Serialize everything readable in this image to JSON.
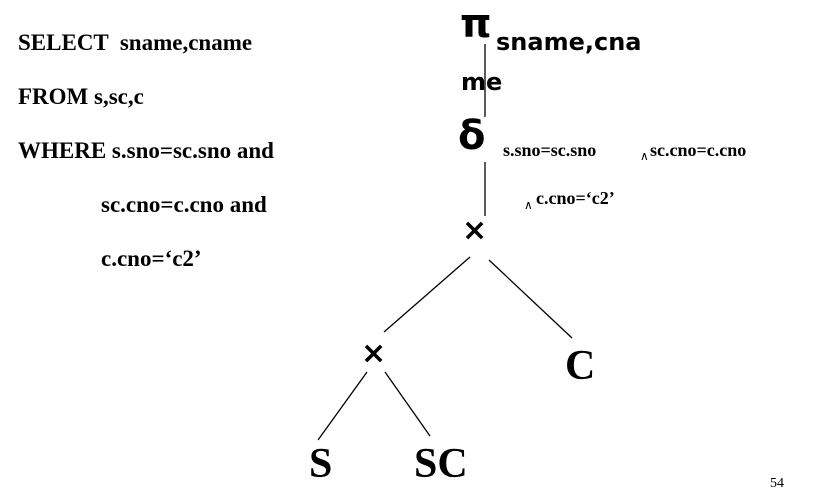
{
  "sql": {
    "line1": "SELECT  sname,cname",
    "line2": "FROM s,sc,c",
    "line3": "WHERE s.sno=sc.sno and",
    "line4": "sc.cno=c.cno and",
    "line5": "c.cno=‘c2’"
  },
  "tree": {
    "projection": {
      "symbol": "π",
      "subscript_part1": "sname,cna",
      "subscript_part2": "me"
    },
    "selection": {
      "symbol": "δ",
      "condition_part1": "s.sno=sc.sno",
      "and_symbol_1": "∧",
      "condition_part2": "sc.cno=c.cno",
      "and_symbol_2": "∧",
      "condition_part3": "c.cno=‘c2’"
    },
    "join_upper": "×",
    "join_lower": "×",
    "leaf_right": "C",
    "leaf_left": "S",
    "leaf_middle": "SC"
  },
  "page_number": "54"
}
